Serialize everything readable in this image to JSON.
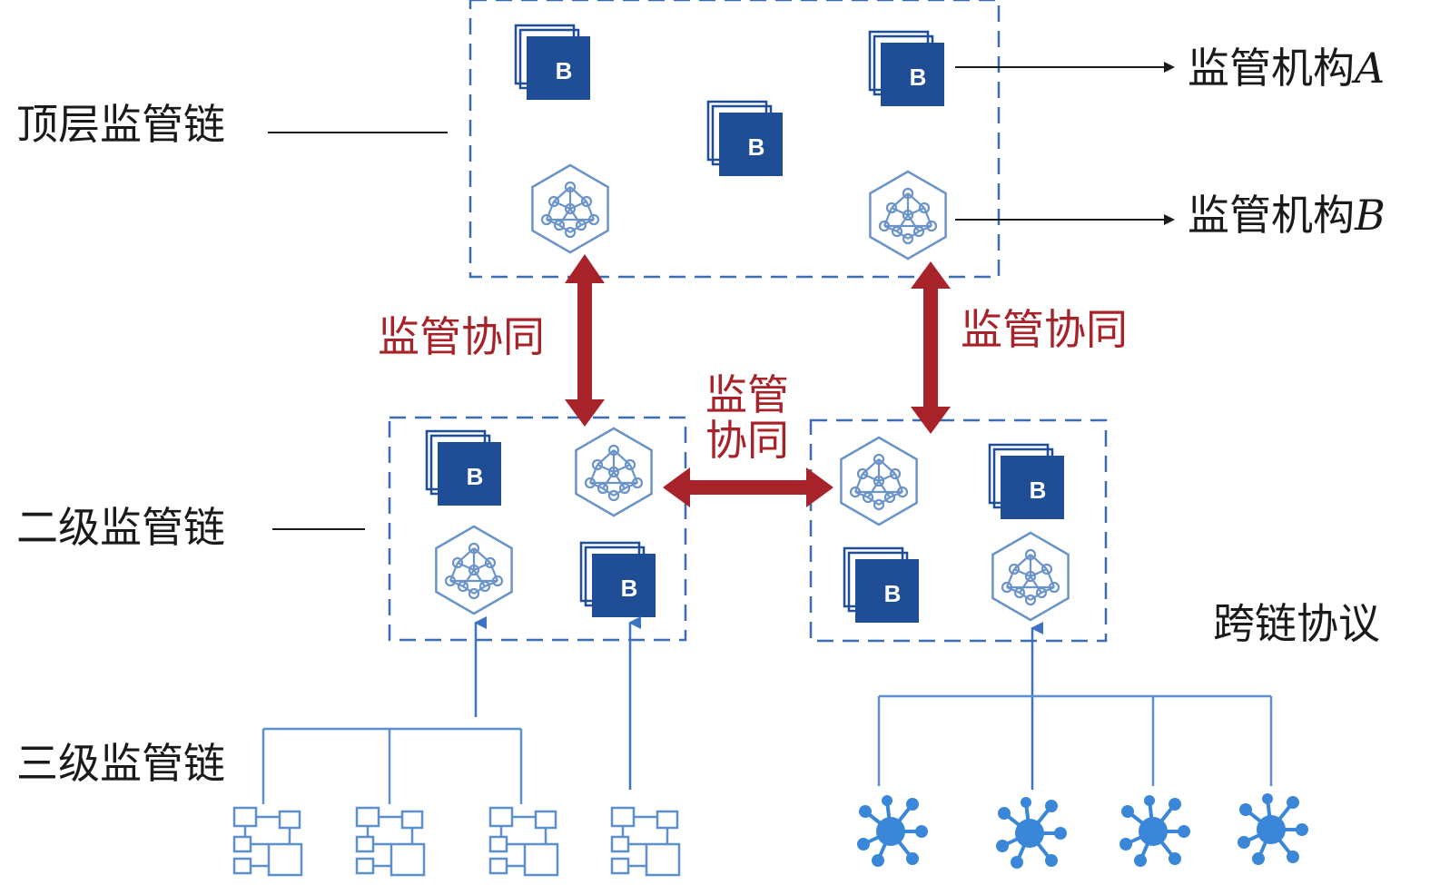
{
  "levels": {
    "top": "顶层监管链",
    "second": "二级监管链",
    "third": "三级监管链"
  },
  "agencies": {
    "a_prefix": "监管机构",
    "a_letter": "A",
    "b_prefix": "监管机构",
    "b_letter": "B"
  },
  "collab": {
    "left": "监管协同",
    "right": "监管协同",
    "middle_line1": "监管",
    "middle_line2": "协同"
  },
  "protocol": "跨链协议",
  "block_letter": "B",
  "icons": {
    "block": "blockchain-block-icon",
    "hub": "hexagon-network-hub-icon",
    "topology": "network-topology-icon",
    "star": "star-network-icon"
  },
  "colors": {
    "box_border": "#3b6db5",
    "block_fill": "#1f4e96",
    "hub_stroke": "#6a93c9",
    "collab_red": "#a8222a",
    "arrow_blue": "#3d73c4",
    "star_blue": "#3a86d9"
  }
}
